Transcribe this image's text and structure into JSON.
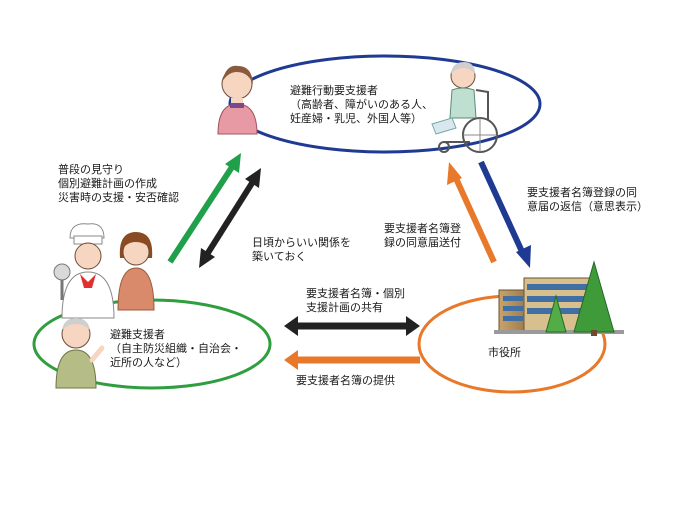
{
  "nodes": {
    "top": {
      "lines": [
        "避難行動要支援者",
        "（高齢者、障がいのある人、",
        "妊産婦・乳児、外国人等）"
      ],
      "color": "#1f3a93"
    },
    "left": {
      "lines": [
        "避難支援者",
        "（自主防災組織・自治会・",
        "近所の人など）"
      ],
      "color": "#2e9e3e"
    },
    "right": {
      "lines": [
        "市役所"
      ],
      "color": "#e8782a"
    }
  },
  "edges": {
    "left_to_top": {
      "lines": [
        "普段の見守り",
        "個別避難計画の作成",
        "災害時の支援・安否確認"
      ],
      "color": "#20a04a"
    },
    "relationship": {
      "lines": [
        "日頃からいい関係を",
        "築いておく"
      ],
      "color": "#222222"
    },
    "city_to_top": {
      "lines": [
        "要支援者名簿登",
        "録の同意届送付"
      ],
      "color": "#e8782a"
    },
    "top_to_city": {
      "lines": [
        "要支援者名簿登録の同",
        "意届の返信（意思表示）"
      ],
      "color": "#1f3a93"
    },
    "share": {
      "lines": [
        "要支援者名簿・個別",
        "支援計画の共有"
      ],
      "color": "#222222"
    },
    "provide": {
      "lines": [
        "要支援者名簿の提供"
      ],
      "color": "#e8782a"
    }
  }
}
